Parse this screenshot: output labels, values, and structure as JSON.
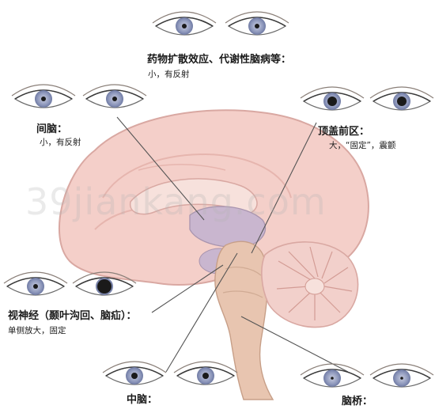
{
  "watermark": "39jiankang.com",
  "labels": {
    "drug": {
      "title": "药物扩散效应、代谢性脑病等：",
      "desc": "小，有反射"
    },
    "diencephalon": {
      "title": "间脑：",
      "desc": "小，有反射"
    },
    "pretectal": {
      "title": "顶盖前区：",
      "desc": "大，“固定”，震颤"
    },
    "optic": {
      "title": "视神经（颞叶沟回、脑疝）：",
      "desc": "单侧放大，固定"
    },
    "midbrain": {
      "title": "中脑："
    },
    "pons": {
      "title": "脑桥："
    }
  },
  "eyes": [
    {
      "id": "drug-left",
      "pupil": "small"
    },
    {
      "id": "drug-right",
      "pupil": "small"
    },
    {
      "id": "dien-left",
      "pupil": "small"
    },
    {
      "id": "dien-right",
      "pupil": "small"
    },
    {
      "id": "pretectal-left",
      "pupil": "large-dark"
    },
    {
      "id": "pretectal-right",
      "pupil": "large-dark"
    },
    {
      "id": "optic-left",
      "pupil": "small"
    },
    {
      "id": "optic-right",
      "pupil": "dilated"
    },
    {
      "id": "mid-left",
      "pupil": "medium"
    },
    {
      "id": "mid-right",
      "pupil": "medium"
    },
    {
      "id": "pons-left",
      "pupil": "pinpoint"
    },
    {
      "id": "pons-right",
      "pupil": "pinpoint"
    }
  ],
  "colors": {
    "cortex": "#f4cfc9",
    "cortex_edge": "#d9a8a2",
    "diencephalon": "#c9b6cf",
    "brainstem": "#e8c5b0",
    "cerebellum": "#f2d0cb",
    "iris": "#9aa3c4",
    "pupil": "#1a1a1a",
    "line": "#555555"
  }
}
